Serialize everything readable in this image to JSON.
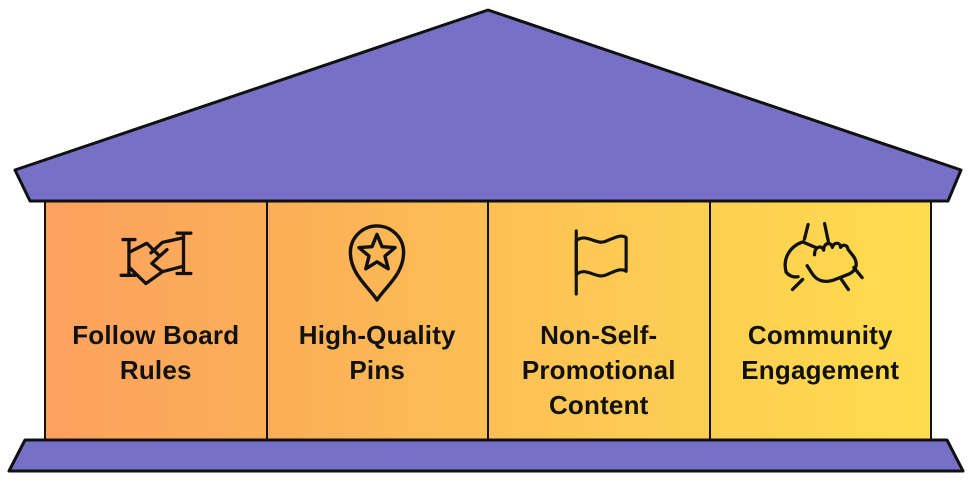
{
  "diagram": {
    "type": "house-pillars-infographic",
    "background_color": "#FFFFFF",
    "roof_color": "#7671C6",
    "foundation_color": "#7671C6",
    "outline_color": "#111111",
    "facade_gradient": {
      "left": "#FCA15E",
      "right": "#FEDC4D"
    },
    "text_color": "#111111",
    "pillars": [
      {
        "label": "Follow Board\nRules",
        "icon": "handshake-icon"
      },
      {
        "label": "High-Quality\nPins",
        "icon": "pin-star-icon"
      },
      {
        "label": "Non-Self-\nPromotional\nContent",
        "icon": "flag-icon"
      },
      {
        "label": "Community\nEngagement",
        "icon": "hands-stack-icon"
      }
    ]
  }
}
